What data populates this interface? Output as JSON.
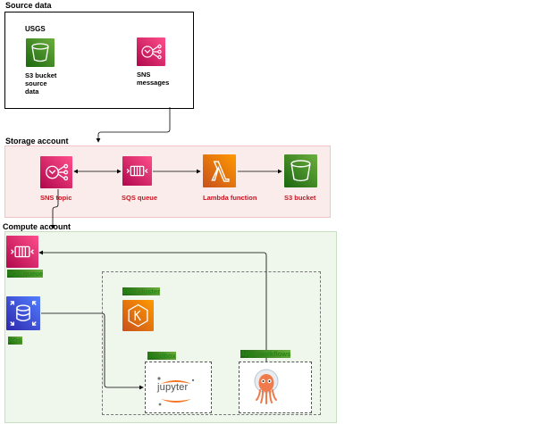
{
  "groups": {
    "source": "Source data",
    "storage": "Storage account",
    "compute": "Compute account"
  },
  "source_box": {
    "title": "USGS",
    "s3_label": "S3 bucket\nsource\ndata",
    "sns_label": "SNS\nmessages"
  },
  "storage_nodes": {
    "sns_topic": "SNS topic",
    "sqs_queue": "SQS queue",
    "lambda": "Lambda function",
    "s3_bucket": "S3 bucket"
  },
  "compute_nodes": {
    "sqs_queue": "SQS queue",
    "rds": "RDS",
    "eks_cluster": "EKS cluster",
    "sandbox": "Sandbox",
    "argo": "Argo workflows",
    "jupyter_text": "jupyter"
  },
  "colors": {
    "storage_bg": "#fbecec",
    "storage_border": "#f2c4c4",
    "compute_bg": "#eff6ec",
    "compute_border": "#c7dfc0",
    "red_text": "#c7131f",
    "green_text": "#248814"
  },
  "icons": {
    "s3": "s3-bucket-icon",
    "sns": "sns-icon",
    "sqs": "sqs-icon",
    "lambda": "lambda-icon",
    "rds": "rds-icon",
    "eks": "eks-icon",
    "jupyter": "jupyter-logo",
    "argo": "argo-octopus-icon"
  }
}
